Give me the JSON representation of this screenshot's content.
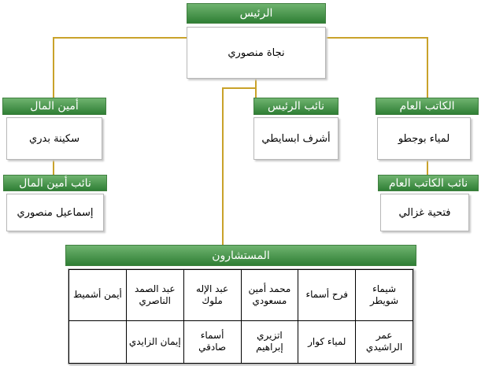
{
  "president": {
    "title": "الرئيس",
    "name": "نجاة منصوري"
  },
  "treasurer": {
    "title": "أمين المال",
    "name": "سكينة بدري"
  },
  "vice_president": {
    "title": "نائب الرئيس",
    "name": "أشرف ابسايطي"
  },
  "secretary_general": {
    "title": "الكاتب العام",
    "name": "لمياء بوجطو"
  },
  "deputy_treasurer": {
    "title": "نائب أمين المال",
    "name": "إسماعيل منصوري"
  },
  "deputy_secretary": {
    "title": "نائب الكاتب العام",
    "name": "فتحية غزالي"
  },
  "advisors": {
    "title": "المستشارون",
    "rows": [
      [
        "شيماء شويطر",
        "فرح أسماء",
        "محمد أمين مسعودي",
        "عبد الإله ملوك",
        "عبد الصمد الناصري",
        "أيمن أشميط"
      ],
      [
        "عمر الراشيدي",
        "لمياء كوار",
        "اتزيري إبراهيم",
        "أسماء صادقي",
        "إيمان الزايدي",
        ""
      ]
    ]
  },
  "colors": {
    "header": "#3d8a3f",
    "connector": "#c9a22a"
  }
}
